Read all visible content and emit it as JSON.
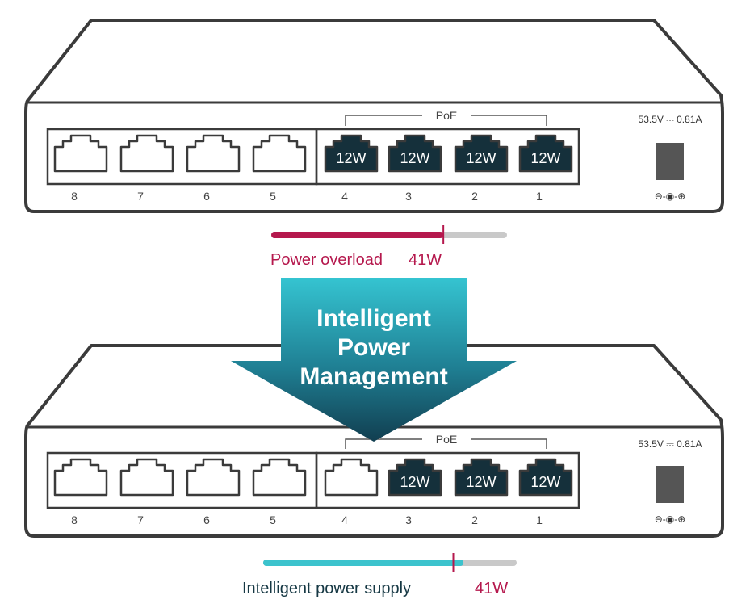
{
  "colors": {
    "outline": "#3b3b3b",
    "port_dark": "#15303b",
    "overload": "#b5184d",
    "intelligent": "#3cc3cd",
    "track": "#c9c9c9",
    "label_dark": "#163844",
    "arrow_top": "#35c4d1",
    "arrow_bottom": "#113e50"
  },
  "top_switch": {
    "poe_label": "PoE",
    "power_rating": "53.5V ⎓ 0.81A",
    "power_symbol": "⊖-◉-⊕",
    "ports": [
      {
        "number": "8",
        "poe": false,
        "active": false,
        "watts": ""
      },
      {
        "number": "7",
        "poe": false,
        "active": false,
        "watts": ""
      },
      {
        "number": "6",
        "poe": false,
        "active": false,
        "watts": ""
      },
      {
        "number": "5",
        "poe": false,
        "active": false,
        "watts": ""
      },
      {
        "number": "4",
        "poe": true,
        "active": true,
        "watts": "12W"
      },
      {
        "number": "3",
        "poe": true,
        "active": true,
        "watts": "12W"
      },
      {
        "number": "2",
        "poe": true,
        "active": true,
        "watts": "12W"
      },
      {
        "number": "1",
        "poe": true,
        "active": true,
        "watts": "12W"
      }
    ]
  },
  "top_meter": {
    "label": "Power overload",
    "value_label": "41W",
    "fill_fraction": 0.73,
    "limit_fraction": 0.73
  },
  "arrow": {
    "line1": "Intelligent",
    "line2": "Power",
    "line3": "Management"
  },
  "bottom_switch": {
    "poe_label": "PoE",
    "power_rating": "53.5V ⎓ 0.81A",
    "power_symbol": "⊖-◉-⊕",
    "ports": [
      {
        "number": "8",
        "poe": false,
        "active": false,
        "watts": ""
      },
      {
        "number": "7",
        "poe": false,
        "active": false,
        "watts": ""
      },
      {
        "number": "6",
        "poe": false,
        "active": false,
        "watts": ""
      },
      {
        "number": "5",
        "poe": false,
        "active": false,
        "watts": ""
      },
      {
        "number": "4",
        "poe": true,
        "active": false,
        "watts": ""
      },
      {
        "number": "3",
        "poe": true,
        "active": true,
        "watts": "12W"
      },
      {
        "number": "2",
        "poe": true,
        "active": true,
        "watts": "12W"
      },
      {
        "number": "1",
        "poe": true,
        "active": true,
        "watts": "12W"
      }
    ]
  },
  "bottom_meter": {
    "label": "Intelligent power supply",
    "value_label": "41W",
    "fill_fraction": 0.79,
    "limit_fraction": 0.75
  }
}
